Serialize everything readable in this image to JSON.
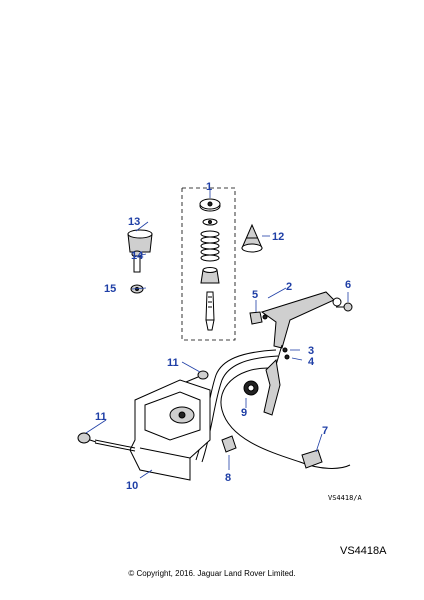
{
  "diagram": {
    "callouts": {
      "c1": "1",
      "c2": "2",
      "c3": "3",
      "c4": "4",
      "c5": "5",
      "c6": "6",
      "c7": "7",
      "c8": "8",
      "c9": "9",
      "c10": "10",
      "c11a": "11",
      "c11b": "11",
      "c12": "12",
      "c13": "13",
      "c14": "14",
      "c15": "15"
    },
    "drawing_code": "VS4418/A",
    "callout_color": "#1f3fa6"
  },
  "footer": {
    "reference": "VS4418A",
    "copyright": "© Copyright, 2016. Jaguar Land Rover Limited."
  }
}
